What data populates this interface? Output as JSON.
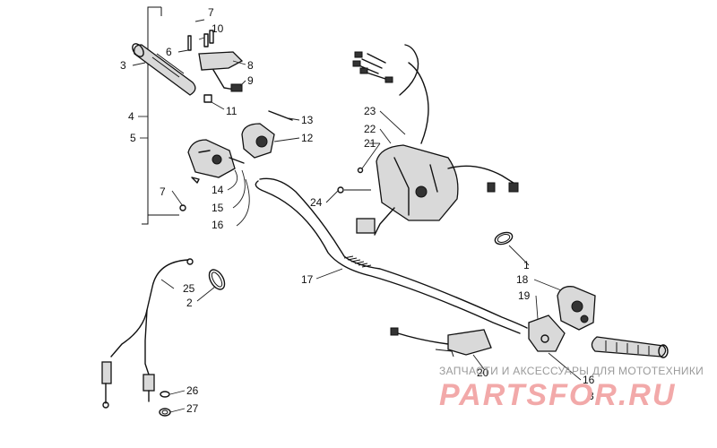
{
  "callouts": [
    {
      "id": "c1",
      "text": "1"
    },
    {
      "id": "c2a",
      "text": "2"
    },
    {
      "id": "c3a",
      "text": "3"
    },
    {
      "id": "c3b",
      "text": "3"
    },
    {
      "id": "c4",
      "text": "4"
    },
    {
      "id": "c5",
      "text": "5"
    },
    {
      "id": "c6",
      "text": "6"
    },
    {
      "id": "c7a",
      "text": "7"
    },
    {
      "id": "c7b",
      "text": "7"
    },
    {
      "id": "c8",
      "text": "8"
    },
    {
      "id": "c9",
      "text": "9"
    },
    {
      "id": "c10",
      "text": "10"
    },
    {
      "id": "c11",
      "text": "11"
    },
    {
      "id": "c12",
      "text": "12"
    },
    {
      "id": "c13",
      "text": "13"
    },
    {
      "id": "c14",
      "text": "14"
    },
    {
      "id": "c15",
      "text": "15"
    },
    {
      "id": "c16a",
      "text": "16"
    },
    {
      "id": "c16b",
      "text": "16"
    },
    {
      "id": "c17",
      "text": "17"
    },
    {
      "id": "c18",
      "text": "18"
    },
    {
      "id": "c19",
      "text": "19"
    },
    {
      "id": "c20",
      "text": "20"
    },
    {
      "id": "c21",
      "text": "21"
    },
    {
      "id": "c22",
      "text": "22"
    },
    {
      "id": "c23",
      "text": "23"
    },
    {
      "id": "c24",
      "text": "24"
    },
    {
      "id": "c25",
      "text": "25"
    },
    {
      "id": "c26",
      "text": "26"
    },
    {
      "id": "c27",
      "text": "27"
    }
  ],
  "watermark": {
    "tagline": "ЗАПЧАСТИ И АКСЕССУАРЫ ДЛЯ МОТОТЕХНИКИ",
    "logo": "PARTSFOR.RU"
  },
  "colors": {
    "line": "#111111",
    "watermark_text": "#9a9a9a",
    "watermark_logo": "#f2a9a9",
    "background": "#ffffff"
  }
}
